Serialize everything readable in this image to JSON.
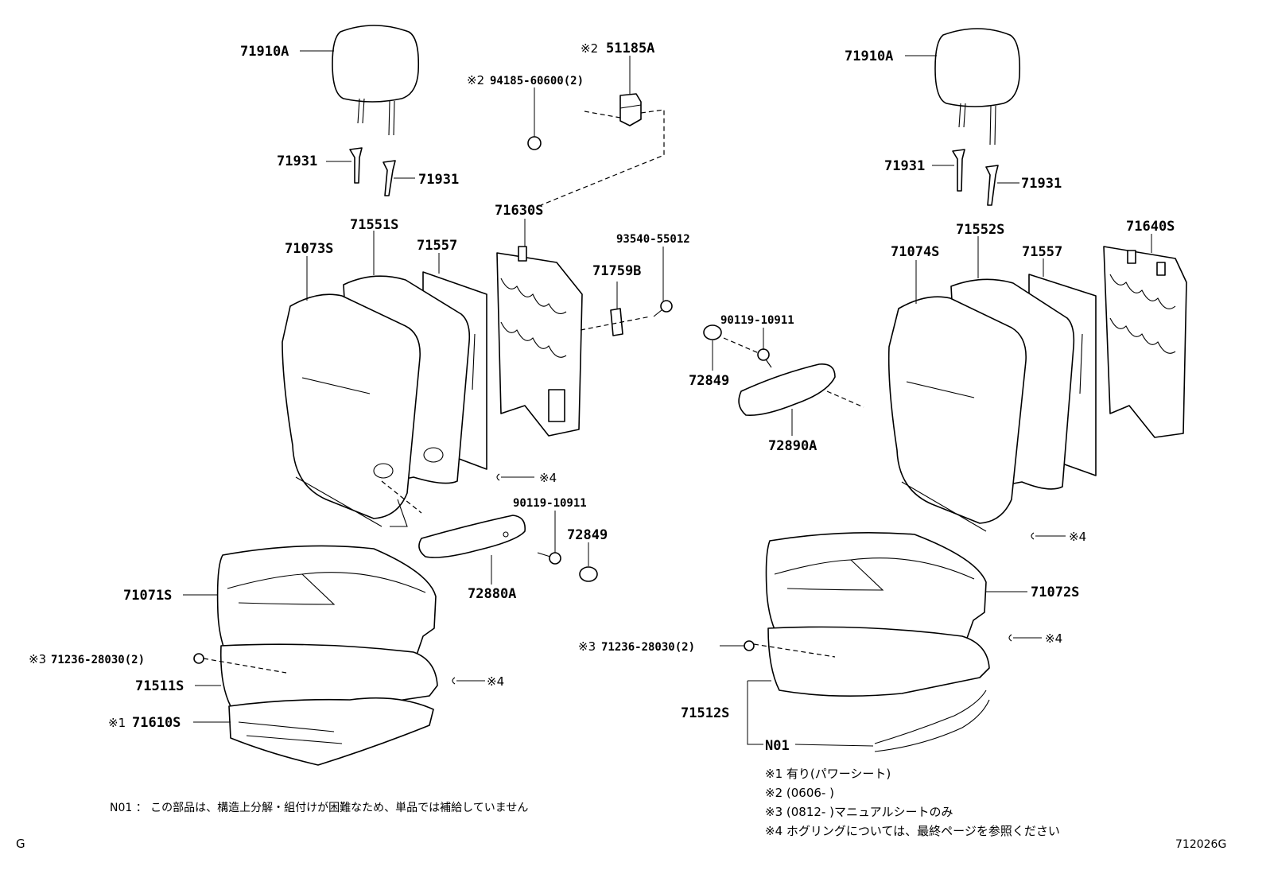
{
  "labels": {
    "l_71910A_left": "71910A",
    "l_51185A": "51185A",
    "l_51185A_mark": "※2",
    "l_94185": "94185-60600(2)",
    "l_94185_mark": "※2",
    "l_71931_a": "71931",
    "l_71931_b": "71931",
    "l_71630S": "71630S",
    "l_71551S": "71551S",
    "l_71557_left": "71557",
    "l_71073S": "71073S",
    "l_93540": "93540-55012",
    "l_71759B": "71759B",
    "l_90119_left": "90119-10911",
    "l_72849_left": "72849",
    "l_72880A": "72880A",
    "l_71071S": "71071S",
    "l_71236_left": "71236-28030(2)",
    "l_71236_left_mark": "※3",
    "l_71511S": "71511S",
    "l_71610S": "71610S",
    "l_71610S_mark": "※1",
    "l_x4_a": "※4",
    "l_x4_b": "※4",
    "l_71910A_right": "71910A",
    "l_71931_c": "71931",
    "l_71931_d": "71931",
    "l_71074S": "71074S",
    "l_71552S": "71552S",
    "l_71557_right": "71557",
    "l_71640S": "71640S",
    "l_90119_right": "90119-10911",
    "l_72849_right": "72849",
    "l_72890A": "72890A",
    "l_x4_c": "※4",
    "l_71072S": "71072S",
    "l_x4_d": "※4",
    "l_71236_right": "71236-28030(2)",
    "l_71236_right_mark": "※3",
    "l_71512S": "71512S",
    "l_N01": "N01"
  },
  "notes": {
    "n01": "N01 ： この部品は、構造上分解・組付けが困難なため、単品では補給していません",
    "x1": "※1  有り(パワーシート)",
    "x2": "※2  (0606-        )",
    "x3": "※3  (0812-        )マニュアルシートのみ",
    "x4": "※4  ホグリングについては、最終ページを参照ください"
  },
  "corner_left": "G",
  "corner_right": "712026G"
}
